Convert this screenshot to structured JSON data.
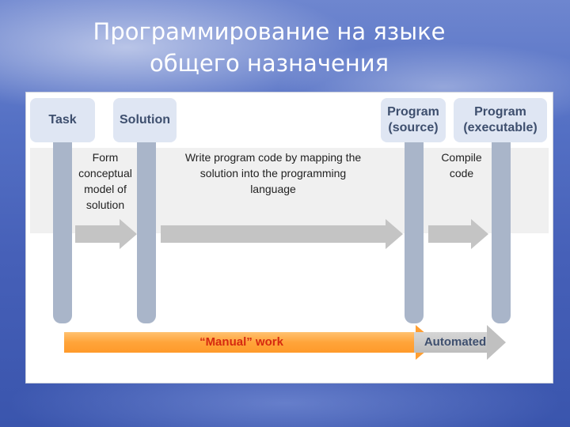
{
  "title": {
    "line1": "Программирование на языке",
    "line2": "общего назначения"
  },
  "diagram": {
    "columns": {
      "task": "Task",
      "solution": "Solution",
      "program_source_l1": "Program",
      "program_source_l2": "(source)",
      "program_exec_l1": "Program",
      "program_exec_l2": "(executable)"
    },
    "steps": {
      "form_l1": "Form",
      "form_l2": "conceptual",
      "form_l3": "model of",
      "form_l4": "solution",
      "write_l1": "Write program code by mapping the",
      "write_l2": "solution into the programming",
      "write_l3": "language",
      "compile_l1": "Compile",
      "compile_l2": "code"
    },
    "manual_label": "“Manual” work",
    "automated_label": "Automated"
  },
  "colors": {
    "manual_arrow": "#ffa43a",
    "manual_text": "#d62a10",
    "header_fill": "#dfe6f3",
    "bar_fill": "#a9b5c9",
    "step_arrow": "#c4c4c4"
  }
}
